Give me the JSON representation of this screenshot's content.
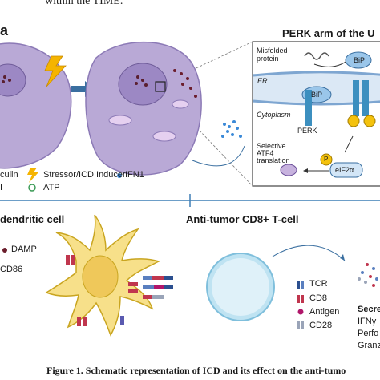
{
  "top_text": "within the TIME.",
  "panel_letter": "a",
  "perk_title": "PERK arm of the U",
  "misfolded_protein": "Misfolded\nprotein",
  "bip_1": "BiP",
  "bip_2": "BiP",
  "er_label": "ER",
  "cytoplasm_label": "Cytoplasm",
  "perk_label": "PERK",
  "selective_translation": "Selective\nATF4\ntranslation",
  "eif2a_label": "eIF2α",
  "p_label": "P",
  "legend_top": {
    "calreticulin": "culin",
    "stressor": "Stressor/ICD Inducer",
    "ifn1": "IFN1",
    "hmgb": "I",
    "atp": "ATP"
  },
  "dendritic_title": "dendritic cell",
  "tcell_title": "Anti-tumor CD8+ T-cell",
  "legend_left": {
    "damp": "DAMP",
    "cd86": "CD86"
  },
  "legend_tcell": {
    "tcr": "TCR",
    "cd8": "CD8",
    "antigen": "Antigen",
    "cd28": "CD28"
  },
  "secreted": {
    "title": "Secre",
    "item1": "IFNγ",
    "item2": "Perfo",
    "item3": "Granz"
  },
  "caption": {
    "label": "Figure 1.",
    "text": "Schematic representation of ICD and its effect on the anti-tumo"
  },
  "colors": {
    "tumor_cell": "#b9a9d6",
    "dendritic_cell": "#f7e08a",
    "tcell": "#bfe3f2",
    "divider": "#3d7eb5",
    "stressor": "#f5b400",
    "ifn1": "#3a89d8",
    "antigen": "#b0166a"
  }
}
